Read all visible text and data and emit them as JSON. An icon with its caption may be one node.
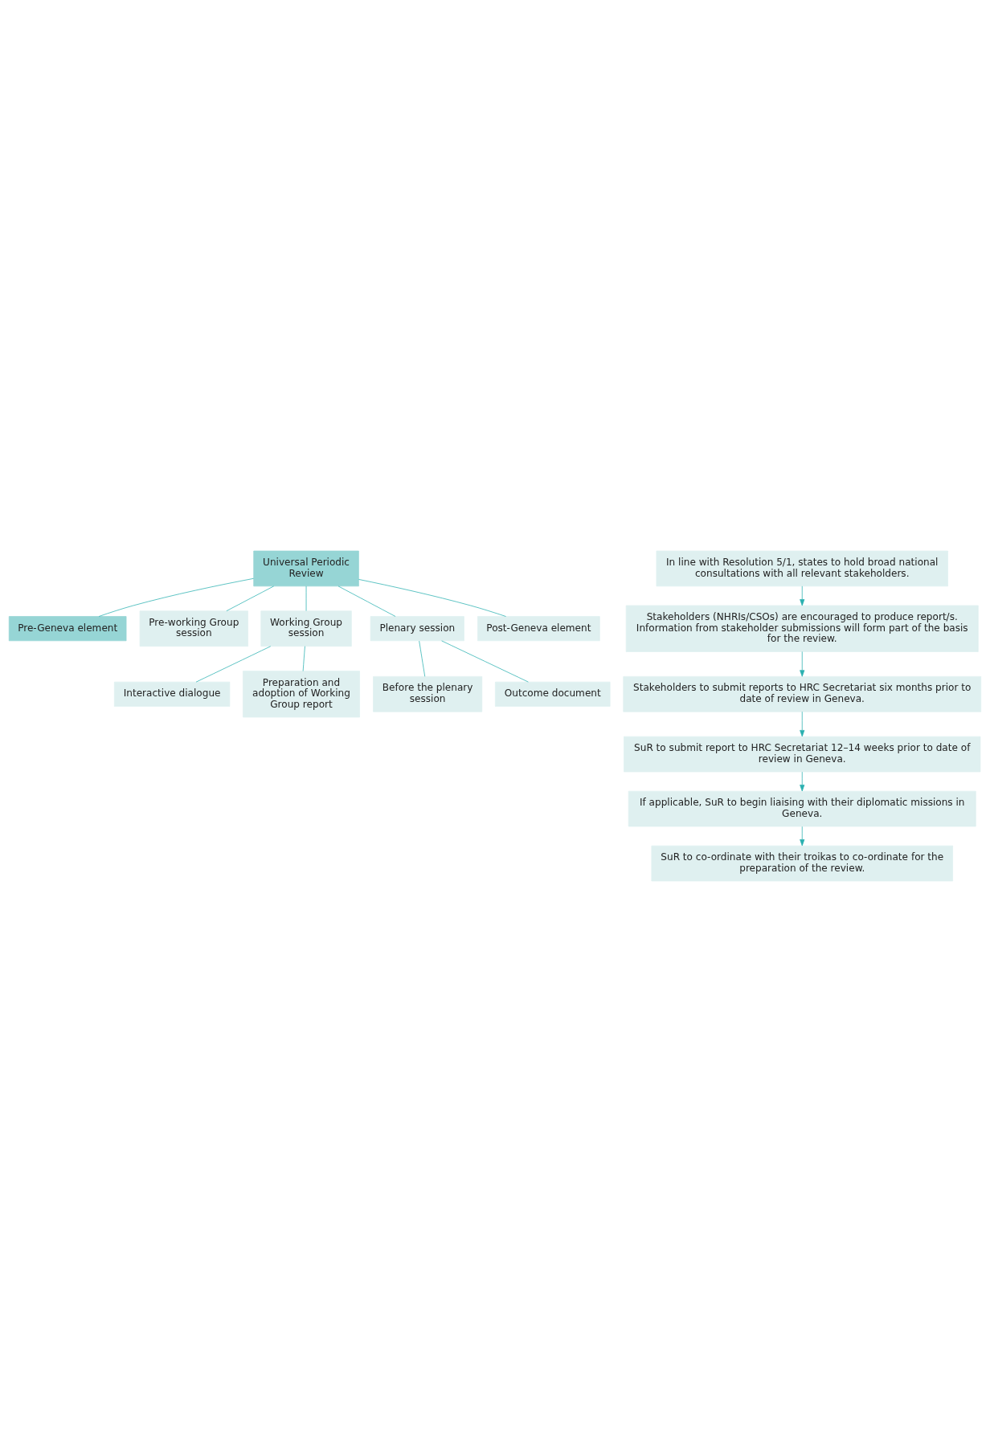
{
  "diagram": {
    "nodes": [
      {
        "text": [
          "Universal Periodic Review"
        ]
      },
      {
        "text": [
          "Pre-Geneva element"
        ]
      },
      {
        "text": [
          "Pre-working Group session"
        ]
      },
      {
        "text": [
          "Working Group session"
        ]
      },
      {
        "text": [
          "Plenary session"
        ]
      },
      {
        "text": [
          "Post-Geneva element"
        ]
      },
      {
        "text": [
          "Interactive dialogue"
        ]
      },
      {
        "text": [
          "Preparation and adoption of Working Group report"
        ]
      },
      {
        "text": [
          "Before the plenary session"
        ]
      },
      {
        "text": [
          "Outcome document"
        ]
      },
      {
        "text": [
          "In line with Resolution 5/1, states to hold broad national consultations with all relevant stakeholders."
        ]
      },
      {
        "text": [
          "Stakeholders (NHRIs/CSOs) are encouraged to produce report/s. Information from stakeholder submissions will form part of the basis for the review."
        ]
      },
      {
        "text": [
          "Stakeholders to submit reports to HRC Secretariat six months prior to date of review in Geneva."
        ]
      },
      {
        "text": [
          "SuR to submit report to HRC Secretariat 12–14 weeks prior to date of review in Geneva."
        ]
      },
      {
        "text": [
          "If applicable, SuR to begin liaising with their diplomatic missions in Geneva."
        ]
      },
      {
        "text": [
          "SuR to co-ordinate with their troikas to co-ordinate for the preparation of the review."
        ]
      }
    ],
    "edges": [
      {
        "from": 0,
        "to": 1,
        "arrow": "none"
      },
      {
        "from": 0,
        "to": 2,
        "arrow": "none"
      },
      {
        "from": 0,
        "to": 3,
        "arrow": "none"
      },
      {
        "from": 0,
        "to": 4,
        "arrow": "none"
      },
      {
        "from": 0,
        "to": 5,
        "arrow": "none"
      },
      {
        "from": 3,
        "to": 6,
        "arrow": "none"
      },
      {
        "from": 3,
        "to": 7,
        "arrow": "none"
      },
      {
        "from": 4,
        "to": 8,
        "arrow": "none"
      },
      {
        "from": 4,
        "to": 9,
        "arrow": "none"
      },
      {
        "from": 10,
        "to": 11,
        "arrow": "to"
      },
      {
        "from": 11,
        "to": 12,
        "arrow": "to"
      },
      {
        "from": 12,
        "to": 13,
        "arrow": "to"
      },
      {
        "from": 13,
        "to": 14,
        "arrow": "to"
      },
      {
        "from": 14,
        "to": 15,
        "arrow": "to"
      }
    ]
  }
}
